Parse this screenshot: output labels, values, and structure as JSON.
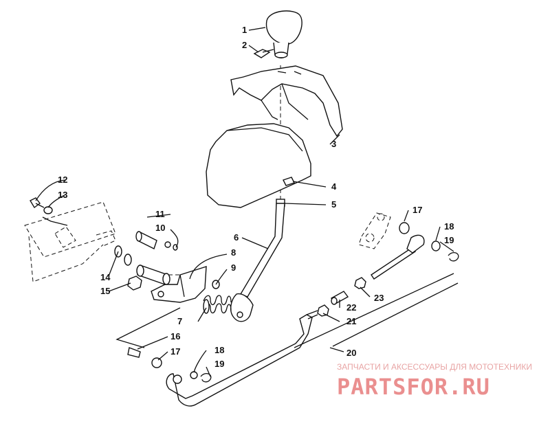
{
  "callouts": [
    "1",
    "2",
    "3",
    "4",
    "5",
    "6",
    "7",
    "8",
    "9",
    "10",
    "11",
    "12",
    "13",
    "14",
    "15",
    "16",
    "17",
    "17",
    "18",
    "18",
    "19",
    "19",
    "20",
    "21",
    "22",
    "23"
  ],
  "watermark": {
    "tagline": "ЗАПЧАСТИ И АКСЕССУАРЫ ДЛЯ МОТОТЕХНИКИ",
    "logo": "PARTSFOR.RU"
  }
}
